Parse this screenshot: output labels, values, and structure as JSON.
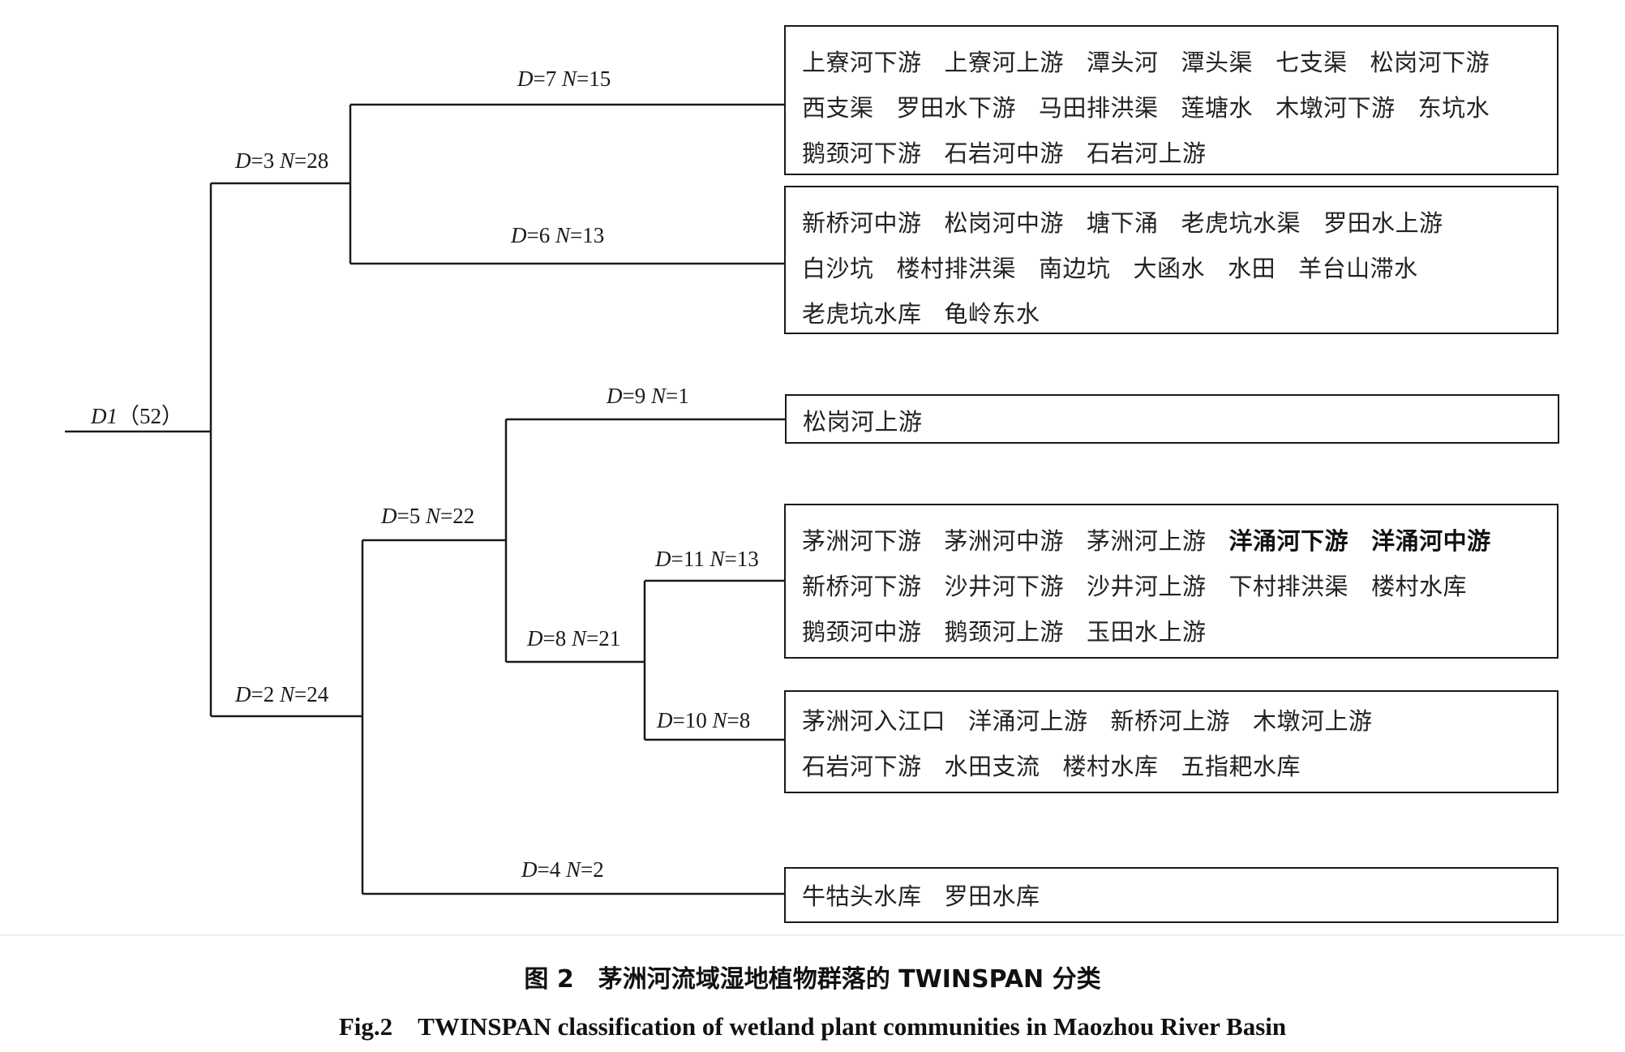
{
  "root": {
    "name": "D1",
    "count": "（52）"
  },
  "nodes": {
    "d3": {
      "d": "D",
      "dv": "=3 ",
      "n": "N",
      "nv": "=28"
    },
    "d2": {
      "d": "D",
      "dv": "=2 ",
      "n": "N",
      "nv": "=24"
    },
    "d7": {
      "d": "D",
      "dv": "=7 ",
      "n": "N",
      "nv": "=15"
    },
    "d6": {
      "d": "D",
      "dv": "=6 ",
      "n": "N",
      "nv": "=13"
    },
    "d5": {
      "d": "D",
      "dv": "=5 ",
      "n": "N",
      "nv": "=22"
    },
    "d9": {
      "d": "D",
      "dv": "=9 ",
      "n": "N",
      "nv": "=1"
    },
    "d8": {
      "d": "D",
      "dv": "=8 ",
      "n": "N",
      "nv": "=21"
    },
    "d11": {
      "d": "D",
      "dv": "=11 ",
      "n": "N",
      "nv": "=13"
    },
    "d10": {
      "d": "D",
      "dv": "=10 ",
      "n": "N",
      "nv": "=8"
    },
    "d4": {
      "d": "D",
      "dv": "=4 ",
      "n": "N",
      "nv": "=2"
    }
  },
  "groups": {
    "g7": [
      [
        "上寮河下游",
        "上寮河上游",
        "潭头河",
        "潭头渠",
        "七支渠",
        "松岗河下游"
      ],
      [
        "西支渠",
        "罗田水下游",
        "马田排洪渠",
        "莲塘水",
        "木墩河下游",
        "东坑水"
      ],
      [
        "鹅颈河下游",
        "石岩河中游",
        "石岩河上游"
      ]
    ],
    "g6": [
      [
        "新桥河中游",
        "松岗河中游",
        "塘下涌",
        "老虎坑水渠",
        "罗田水上游"
      ],
      [
        "白沙坑",
        "楼村排洪渠",
        "南边坑",
        "大函水",
        "水田",
        "羊台山滞水"
      ],
      [
        "老虎坑水库",
        "龟岭东水"
      ]
    ],
    "g9": [
      [
        "松岗河上游"
      ]
    ],
    "g11": [
      [
        "茅洲河下游",
        "茅洲河中游",
        "茅洲河上游",
        "洋涌河下游",
        "洋涌河中游"
      ],
      [
        "新桥河下游",
        "沙井河下游",
        "沙井河上游",
        "下村排洪渠",
        "楼村水库"
      ],
      [
        "鹅颈河中游",
        "鹅颈河上游",
        "玉田水上游"
      ]
    ],
    "g10": [
      [
        "茅洲河入江口",
        "洋涌河上游",
        "新桥河上游",
        "木墩河上游"
      ],
      [
        "石岩河下游",
        "水田支流",
        "楼村水库",
        "五指耙水库"
      ]
    ],
    "g4": [
      [
        "牛牯头水库",
        "罗田水库"
      ]
    ]
  },
  "caption": {
    "cn": "图 2　茅洲河流域湿地植物群落的 TWINSPAN 分类",
    "en": "Fig.2　TWINSPAN classification of wetland plant communities in Maozhou River Basin"
  }
}
